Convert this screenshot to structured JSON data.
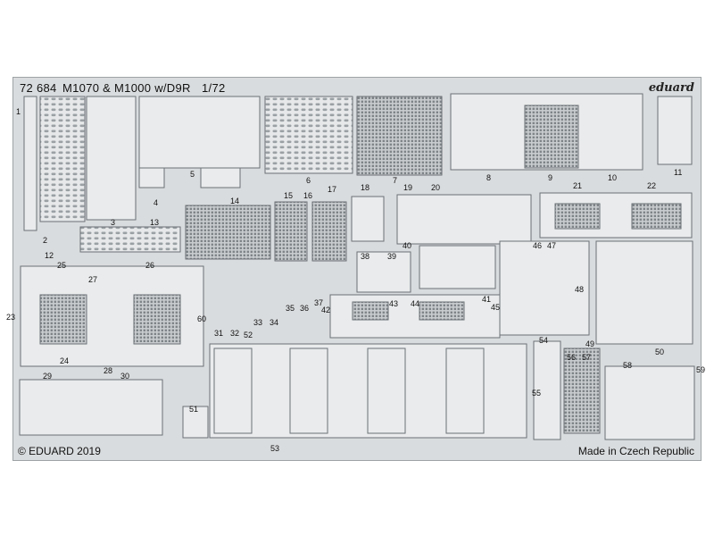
{
  "sheet": {
    "code": "72 684",
    "title": "M1070 & M1000 w/D9R",
    "scale": "1/72",
    "brand": "eduard",
    "copyright": "© EDUARD 2019",
    "origin": "Made in Czech Republic"
  },
  "part_numbers": [
    "1",
    "2",
    "3",
    "4",
    "5",
    "6",
    "7",
    "8",
    "9",
    "10",
    "11",
    "12",
    "13",
    "14",
    "15",
    "16",
    "17",
    "18",
    "19",
    "20",
    "21",
    "22",
    "23",
    "24",
    "25",
    "26",
    "27",
    "28",
    "29",
    "30",
    "31",
    "32",
    "33",
    "34",
    "35",
    "36",
    "37",
    "38",
    "39",
    "40",
    "41",
    "42",
    "43",
    "44",
    "45",
    "46",
    "47",
    "48",
    "49",
    "50",
    "51",
    "52",
    "53",
    "54",
    "55",
    "56",
    "57",
    "58",
    "59",
    "60"
  ],
  "colors": {
    "fret": "#d9dcde",
    "outline": "#6b7176",
    "part": "#e9ebec",
    "mesh": "#8d9296"
  }
}
